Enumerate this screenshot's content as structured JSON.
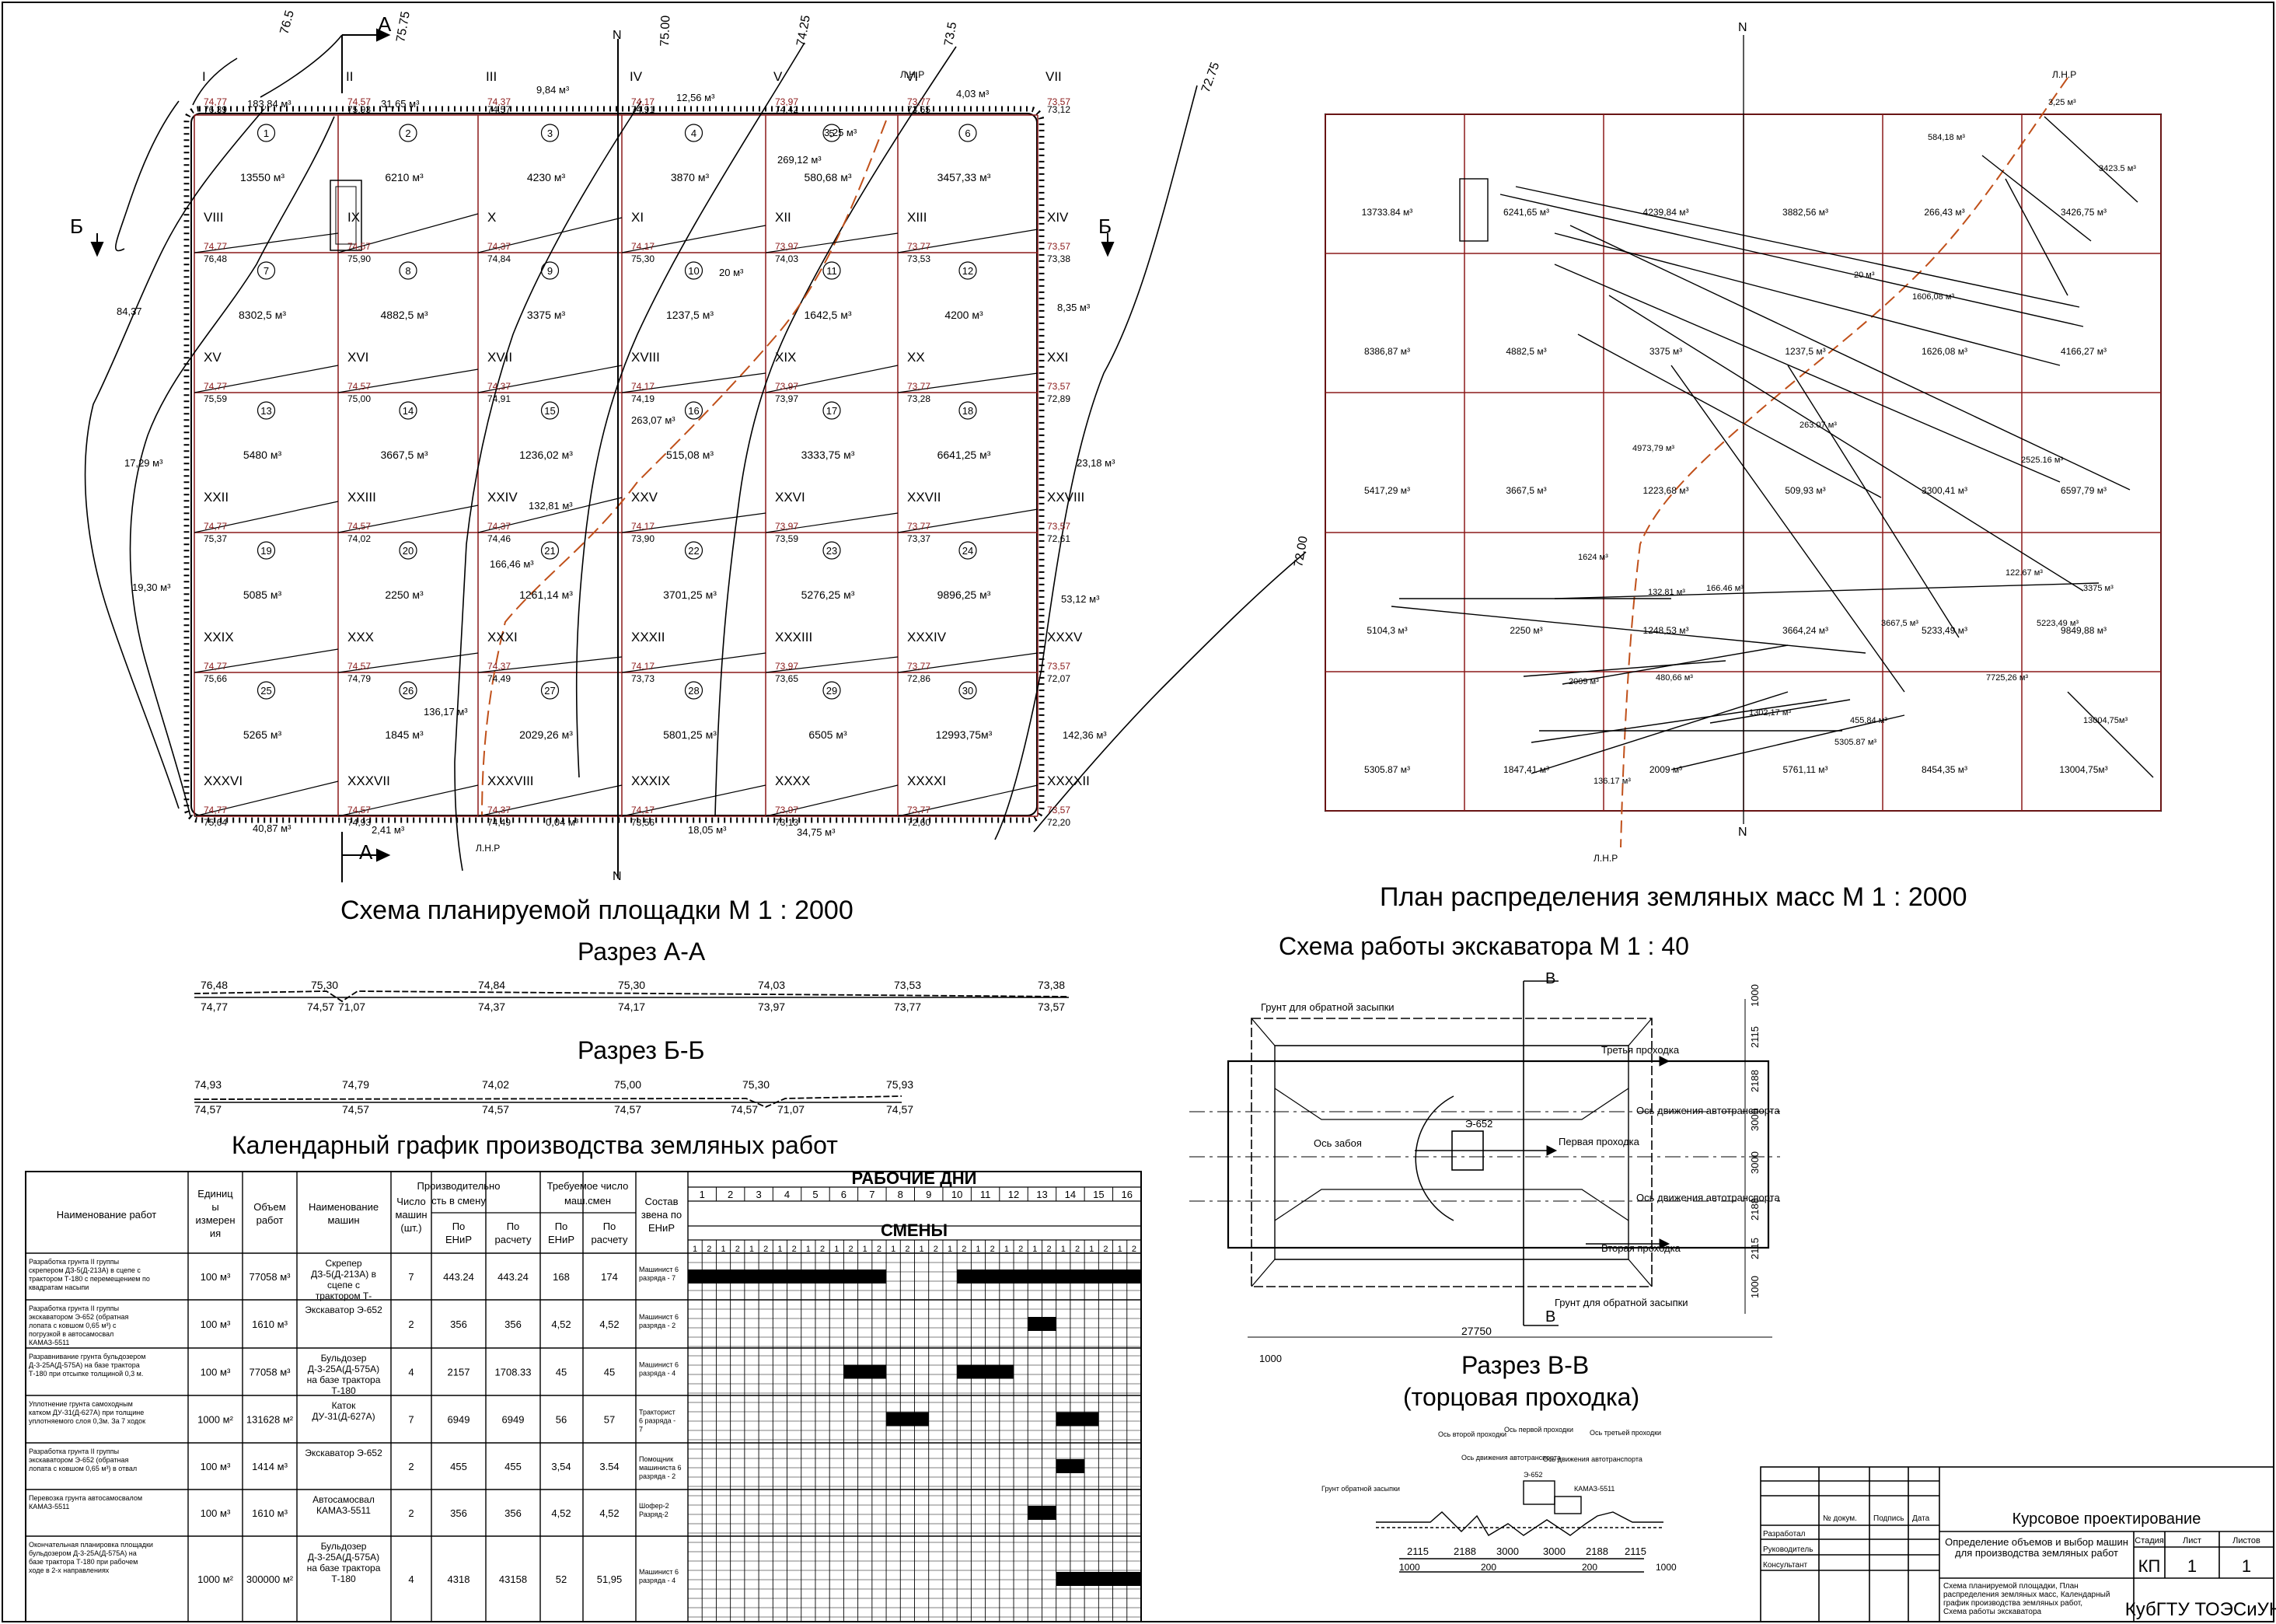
{
  "titles": {
    "site_plan": "Схема планируемой площадки М 1 : 2000",
    "mass_plan": "План распределения земляных масс М 1 : 2000",
    "section_aa": "Разрез А-А",
    "section_bb": "Разрез Б-Б",
    "excavator": "Схема работы экскаватора М 1 : 40",
    "section_vv_1": "Разрез В-В",
    "section_vv_2": "(торцовая проходка)",
    "schedule": "Календарный график производства земляных работ"
  },
  "section_markers": {
    "A": "А",
    "B": "Б",
    "V": "В",
    "north": "N",
    "lnr": "Л.Н.Р"
  },
  "site_plan": {
    "col_numerals": [
      "I",
      "II",
      "III",
      "IV",
      "V",
      "VI",
      "VII"
    ],
    "row_numerals": [
      [
        "VIII",
        "IX",
        "X",
        "XI",
        "XII",
        "XIII",
        "XIV"
      ],
      [
        "XV",
        "XVI",
        "XVII",
        "XVIII",
        "XIX",
        "XX",
        "XXI"
      ],
      [
        "XXII",
        "XXIII",
        "XXIV",
        "XXV",
        "XXVI",
        "XXVII",
        "XXVIII"
      ],
      [
        "XXIX",
        "XXX",
        "XXXI",
        "XXXII",
        "XXXIII",
        "XXXIV",
        "XXXV"
      ],
      [
        "XXXVI",
        "XXXVII",
        "XXXVIII",
        "XXXIX",
        "XXXX",
        "XXXXI",
        "XXXXII"
      ]
    ],
    "cells": [
      {
        "n": "1",
        "v": "13550 м³"
      },
      {
        "n": "2",
        "v": "6210 м³"
      },
      {
        "n": "3",
        "v": "4230 м³"
      },
      {
        "n": "4",
        "v": "3870 м³"
      },
      {
        "n": "5",
        "v": "580,68 м³"
      },
      {
        "n": "6",
        "v": "3457,33 м³"
      },
      {
        "n": "7",
        "v": "8302,5 м³"
      },
      {
        "n": "8",
        "v": "4882,5 м³"
      },
      {
        "n": "9",
        "v": "3375 м³"
      },
      {
        "n": "10",
        "v": "1237,5 м³"
      },
      {
        "n": "11",
        "v": "1642,5 м³"
      },
      {
        "n": "12",
        "v": "4200 м³"
      },
      {
        "n": "13",
        "v": "5480 м³"
      },
      {
        "n": "14",
        "v": "3667,5 м³"
      },
      {
        "n": "15",
        "v": "1236,02 м³"
      },
      {
        "n": "16",
        "v": "515,08 м³"
      },
      {
        "n": "17",
        "v": "3333,75 м³"
      },
      {
        "n": "18",
        "v": "6641,25 м³"
      },
      {
        "n": "19",
        "v": "5085 м³"
      },
      {
        "n": "20",
        "v": "2250 м³"
      },
      {
        "n": "21",
        "v": "1261,14 м³"
      },
      {
        "n": "22",
        "v": "3701,25 м³"
      },
      {
        "n": "23",
        "v": "5276,25 м³"
      },
      {
        "n": "24",
        "v": "9896,25 м³"
      },
      {
        "n": "25",
        "v": "5265 м³"
      },
      {
        "n": "26",
        "v": "1845 м³"
      },
      {
        "n": "27",
        "v": "2029,26 м³"
      },
      {
        "n": "28",
        "v": "5801,25 м³"
      },
      {
        "n": "29",
        "v": "6505 м³"
      },
      {
        "n": "30",
        "v": "12993,75м³"
      }
    ],
    "black_marks": [
      [
        "76,39",
        "75,93",
        "74,57",
        "74,91",
        "74,42",
        "73,65",
        "73,12"
      ],
      [
        "76,48",
        "75,90",
        "74,84",
        "75,30",
        "74,03",
        "73,53",
        "73,38"
      ],
      [
        "75,59",
        "75,00",
        "74,91",
        "74,19",
        "73,97",
        "73,28",
        "72,89"
      ],
      [
        "75,37",
        "74,02",
        "74,46",
        "73,90",
        "73,59",
        "73,37",
        "72,61"
      ],
      [
        "75,66",
        "74,79",
        "74,49",
        "73,73",
        "73,65",
        "72,86",
        "72,07"
      ],
      [
        "75,64",
        "74,93",
        "74,49",
        "73,56",
        "73,13",
        "72,60",
        "72,20"
      ]
    ],
    "red_marks": [
      "74,77",
      "74,57",
      "74,37",
      "74,17",
      "73,97",
      "73,77",
      "73,57"
    ],
    "side_volumes": [
      "84,37",
      "17,29 м³",
      "19,30 м³",
      "8,35 м³",
      "23,18 м³",
      "53,12 м³",
      "142,36 м³",
      "12,56 м³",
      "9,84 м³",
      "31,65 м³",
      "183,84 м³",
      "40,87 м³",
      "2,41 м³",
      "18,05 м³",
      "34,75 м³",
      "0,04 м³",
      "4,03 м³",
      "3,25 м³",
      "269,12 м³",
      "20 м³",
      "263,07 м³",
      "132,81 м³",
      "166,46 м³",
      "136,17 м³"
    ],
    "contour_labels": [
      "76.5",
      "75.75",
      "75.00",
      "74.25",
      "73.5",
      "72.75",
      "72.00"
    ]
  },
  "mass_plan": {
    "cells": [
      "13733.84 м³",
      "6241,65 м³",
      "4239,84 м³",
      "3882,56 м³",
      "266,43 м³",
      "3426,75 м³",
      "8386,87 м³",
      "4882,5 м³",
      "3375 м³",
      "1237,5 м³",
      "1626,08 м³",
      "4166,27 м³",
      "5417,29 м³",
      "3667,5 м³",
      "1223,68 м³",
      "509,93 м³",
      "3300,41 м³",
      "6597,79 м³",
      "5104,3 м³",
      "2250 м³",
      "1248,53 м³",
      "3664,24 м³",
      "5233,49 м³",
      "9849,88 м³",
      "5305.87 м³",
      "1847,41 м³",
      "2009 м³",
      "5761,11 м³",
      "8454,35 м³",
      "13004,75м³"
    ],
    "flows": [
      "584,18 м³",
      "3,25 м³",
      "3423.5 м³",
      "20 м³",
      "1606,08 м³",
      "263.07 м³",
      "2525.16 м³",
      "4973,79 м³",
      "1624 м³",
      "132.81 м³",
      "166.46 м³",
      "122.67 м³",
      "5223,49 м³",
      "3375 м³",
      "3667,5 м³",
      "2009 м³",
      "480,66 м³",
      "1302,17 м³",
      "455,84 м³",
      "5305.87 м³",
      "136.17 м³",
      "7725,26 м³",
      "13004,75м³"
    ]
  },
  "section_aa": {
    "top": [
      "76,48",
      "75,30",
      "74,84",
      "75,30",
      "74,03",
      "73,53",
      "73,38"
    ],
    "bottom": [
      "74,77",
      "74,57",
      "71,07",
      "74,37",
      "74,17",
      "73,97",
      "73,77",
      "73,57"
    ]
  },
  "section_bb": {
    "top": [
      "74,93",
      "74,79",
      "74,02",
      "75,00",
      "75,30",
      "75,93"
    ],
    "bottom": [
      "74,57",
      "74,57",
      "74,57",
      "74,57",
      "74,57",
      "71,07",
      "74,57"
    ]
  },
  "excavator": {
    "labels": [
      "Грунт для обратной засыпки",
      "Третья проходка",
      "Ось движения автотранспорта",
      "Ось забоя",
      "Э-652",
      "Первая проходка",
      "Ось движения автотранспорта",
      "Вторая проходка",
      "Грунт для обратной засыпки"
    ],
    "dims_right": [
      "1000",
      "2115",
      "2188",
      "3000",
      "3000",
      "2188",
      "2115",
      "1000"
    ],
    "dim_bottom": "27750",
    "dim_corner": "1000"
  },
  "section_vv": {
    "labels": [
      "Ось второй проходки",
      "Ось движения автотранспорта",
      "Ось первой проходки",
      "Ось движения автотранспорта",
      "Ось третьей проходки",
      "Грунт обратной засыпки",
      "КАМАЗ-5511",
      "Э-652"
    ],
    "dims": [
      "2115",
      "2188",
      "3000",
      "3000",
      "2188",
      "2115"
    ],
    "dims_lower": [
      "1000",
      "200",
      "200",
      "1000"
    ]
  },
  "schedule": {
    "headers": {
      "name": "Наименование работ",
      "unit": "Единицы измерения",
      "volume": "Объем работ",
      "machine": "Наименование машин",
      "count": "Число машин (шт.)",
      "productivity": "Производительность в смену",
      "prod_enir": "По ЕНиР",
      "prod_calc": "По расчету",
      "shifts": "Требуемое число маш.смен",
      "shift_enir": "По ЕНиР",
      "shift_calc": "По расчету",
      "crew": "Состав звена по ЕНиР",
      "workdays": "РАБОЧИЕ ДНИ",
      "shifts_row": "СМЕНЫ"
    },
    "days": [
      "1",
      "2",
      "3",
      "4",
      "5",
      "6",
      "7",
      "8",
      "9",
      "10",
      "11",
      "12",
      "13",
      "14",
      "15",
      "16"
    ],
    "rows": [
      {
        "name": "Разработка грунта II группы скрепером ДЗ-5(Д-213А) в сцепе с трактором Т-180 с перемещением по квадратам насыпи",
        "unit": "100 м³",
        "volume": "77058 м³",
        "machine": "Скрепер ДЗ-5(Д-213А) в сцепе с трактором Т-",
        "count": "7",
        "pe": "443.24",
        "pc": "443.24",
        "se": "168",
        "sc": "174",
        "crew": "Машинист 6 разряда - 7",
        "bars": [
          [
            1,
            14
          ],
          [
            20,
            32
          ]
        ]
      },
      {
        "name": "Разработка грунта II группы экскаватором Э-652 (обратная лопата с ковшом 0,65 м³) с погрузкой в автосамосвал КАМАЗ-5511",
        "unit": "100 м³",
        "volume": "1610 м³",
        "machine": "Экскаватор Э-652",
        "count": "2",
        "pe": "356",
        "pc": "356",
        "se": "4,52",
        "sc": "4,52",
        "crew": "Машинист 6 разряда - 2",
        "bars": [
          [
            25,
            26
          ]
        ]
      },
      {
        "name": "Разравнивание грунта бульдозером Д-3-25А(Д-575А) на базе трактора Т-180 при отсыпке толщиной 0,3 м.",
        "unit": "100 м³",
        "volume": "77058 м³",
        "machine": "Бульдозер Д-3-25А(Д-575А) на базе трактора Т-180",
        "count": "4",
        "pe": "2157",
        "pc": "1708.33",
        "se": "45",
        "sc": "45",
        "crew": "Машинист 6 разряда - 4",
        "bars": [
          [
            12,
            14
          ],
          [
            20,
            23
          ]
        ]
      },
      {
        "name": "Уплотнение грунта самоходным катком ДУ-31(Д-627А) при толщине уплотняемого слоя 0,3м. За 7 ходок",
        "unit": "1000 м²",
        "volume": "131628 м²",
        "machine": "Каток ДУ-31(Д-627А)",
        "count": "7",
        "pe": "6949",
        "pc": "6949",
        "se": "56",
        "sc": "57",
        "crew": "Тракторист 6 разряда - 7",
        "bars": [
          [
            15,
            17
          ],
          [
            27,
            29
          ]
        ]
      },
      {
        "name": "Разработка грунта II группы экскаватором Э-652 (обратная лопата с ковшом 0,65 м³) в отвал",
        "unit": "100 м³",
        "volume": "1414 м³",
        "machine": "Экскаватор Э-652",
        "count": "2",
        "pe": "455",
        "pc": "455",
        "se": "3,54",
        "sc": "3.54",
        "crew": "Помощник машиниста 6 разряда - 2",
        "bars": [
          [
            27,
            28
          ]
        ]
      },
      {
        "name": "Перевозка грунта автосамосвалом КАМАЗ-5511",
        "unit": "100 м³",
        "volume": "1610 м³",
        "machine": "Автосамосвал КАМАЗ-5511",
        "count": "2",
        "pe": "356",
        "pc": "356",
        "se": "4,52",
        "sc": "4,52",
        "crew": "Шофер-2 Разряд-2",
        "bars": [
          [
            25,
            26
          ]
        ]
      },
      {
        "name": "Окончательная планировка площадки бульдозером Д-3-25А(Д-575А) на базе трактора Т-180 при рабочем ходе в 2-х направлениях",
        "unit": "1000 м²",
        "volume": "300000 м²",
        "machine": "Бульдозер Д-3-25А(Д-575А) на базе трактора Т-180",
        "count": "4",
        "pe": "4318",
        "pc": "43158",
        "se": "52",
        "sc": "51,95",
        "crew": "Машинист 6 разряда - 4",
        "bars": [
          [
            27,
            32
          ]
        ]
      }
    ]
  },
  "stamp": {
    "course": "Курсовое проектирование",
    "topic": "Определение объемов и выбор машин для производства земляных работ",
    "sheets_desc": "Схема планируемой площадки, План распределения земляных масс, Календарный график производства земляных работ, Схема работы экскаватора",
    "org": "КубГТУ ТОЭСиУН",
    "doc_no": "№ докум.",
    "signature": "Подпись",
    "date": "Дата",
    "roles": [
      "Разработал",
      "Руководитель",
      "Консультант"
    ],
    "stage_label": "Стадия",
    "sheet_label": "Лист",
    "sheets_label": "Листов",
    "stage": "КП",
    "sheet": "1",
    "sheets": "1"
  },
  "colors": {
    "red": "#8b1a1a",
    "orange": "#c0501a",
    "line": "#000000"
  }
}
